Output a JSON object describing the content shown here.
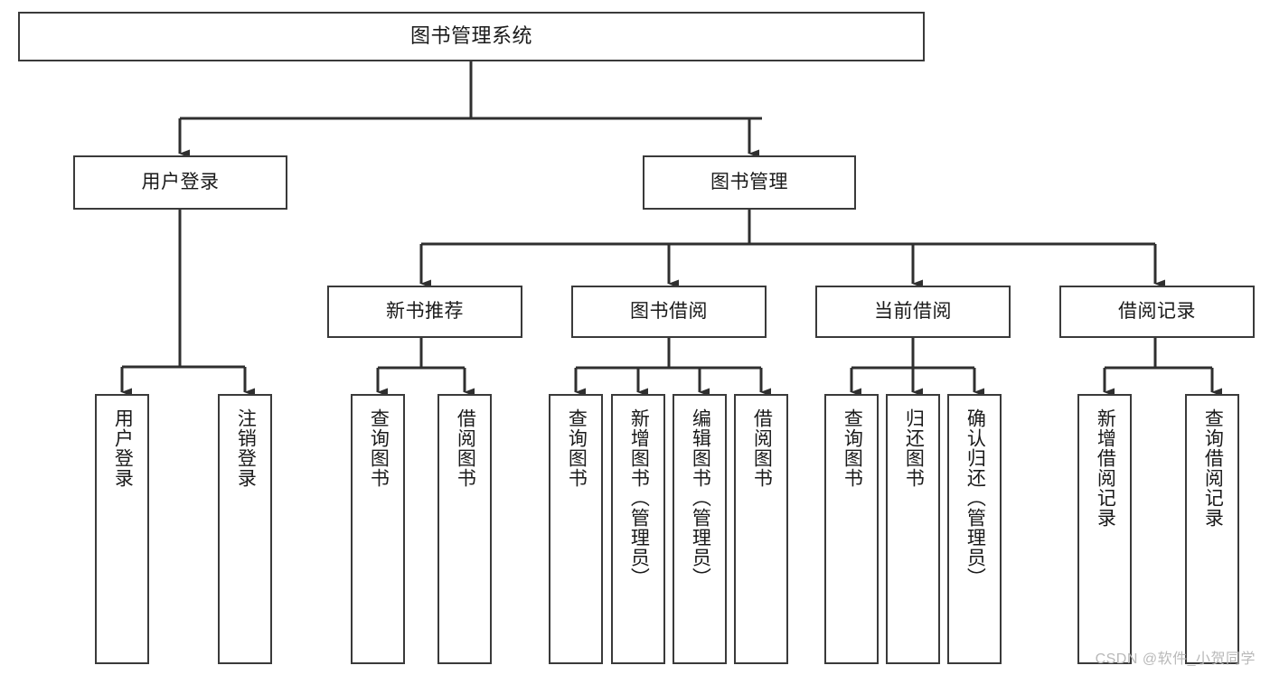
{
  "diagram": {
    "title": "图书管理系统",
    "type": "tree-hierarchy",
    "colors": {
      "box_border": "#3a3a3a",
      "box_fill": "#ffffff",
      "connector": "#2f2f2f",
      "text": "#1a1a1a",
      "watermark": "#b9b9b9",
      "canvas": "#ffffff"
    },
    "root": {
      "label": "图书管理系统"
    },
    "level2": [
      {
        "label": "用户登录"
      },
      {
        "label": "图书管理"
      }
    ],
    "level3": [
      {
        "label": "新书推荐"
      },
      {
        "label": "图书借阅"
      },
      {
        "label": "当前借阅"
      },
      {
        "label": "借阅记录"
      }
    ],
    "leaves": {
      "user_login": [
        {
          "label": "用户登录"
        },
        {
          "label": "注销登录"
        }
      ],
      "new_book_recommend": [
        {
          "label": "查询图书"
        },
        {
          "label": "借阅图书"
        }
      ],
      "book_borrow": [
        {
          "label": "查询图书"
        },
        {
          "label": "新增图书（管理员）"
        },
        {
          "label": "编辑图书（管理员）"
        },
        {
          "label": "借阅图书"
        }
      ],
      "current_borrow": [
        {
          "label": "查询图书"
        },
        {
          "label": "归还图书"
        },
        {
          "label": "确认归还（管理员）"
        }
      ],
      "borrow_record": [
        {
          "label": "新增借阅记录"
        },
        {
          "label": "查询借阅记录"
        }
      ]
    }
  },
  "watermark": {
    "text": "CSDN @软件_小贺同学"
  }
}
